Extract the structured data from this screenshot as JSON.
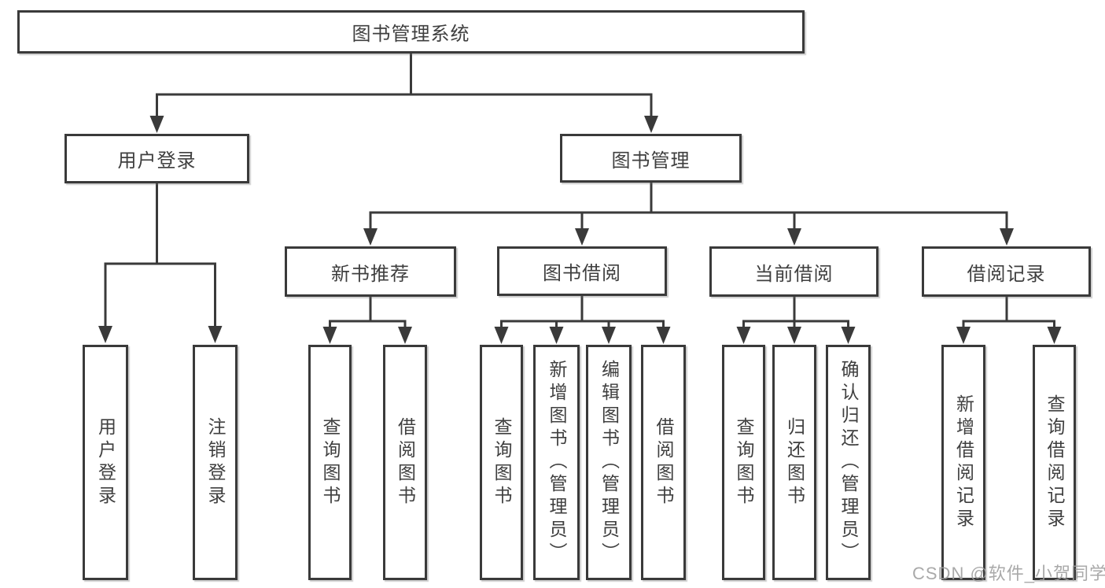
{
  "diagram": {
    "root_label": "图书管理系统",
    "branches": [
      {
        "label": "用户登录",
        "children": [
          {
            "label": "用户登录"
          },
          {
            "label": "注销登录"
          }
        ]
      },
      {
        "label": "图书管理",
        "groups": [
          {
            "label": "新书推荐",
            "children": [
              {
                "label": "查询图书"
              },
              {
                "label": "借阅图书"
              }
            ]
          },
          {
            "label": "图书借阅",
            "children": [
              {
                "label": "查询图书"
              },
              {
                "label": "新增图书（管理员）"
              },
              {
                "label": "编辑图书（管理员）"
              },
              {
                "label": "借阅图书"
              }
            ]
          },
          {
            "label": "当前借阅",
            "children": [
              {
                "label": "查询图书"
              },
              {
                "label": "归还图书"
              },
              {
                "label": "确认归还（管理员）"
              }
            ]
          },
          {
            "label": "借阅记录",
            "children": [
              {
                "label": "新增借阅记录"
              },
              {
                "label": "查询借阅记录"
              }
            ]
          }
        ]
      }
    ]
  },
  "watermark": {
    "text": "CSDN @软件_小贺同学"
  },
  "colors": {
    "line": "#3a3a3a",
    "box_border": "#3a3a3a",
    "text": "#3f3f3f",
    "watermark": "#9e9e9e",
    "background": "#ffffff"
  }
}
